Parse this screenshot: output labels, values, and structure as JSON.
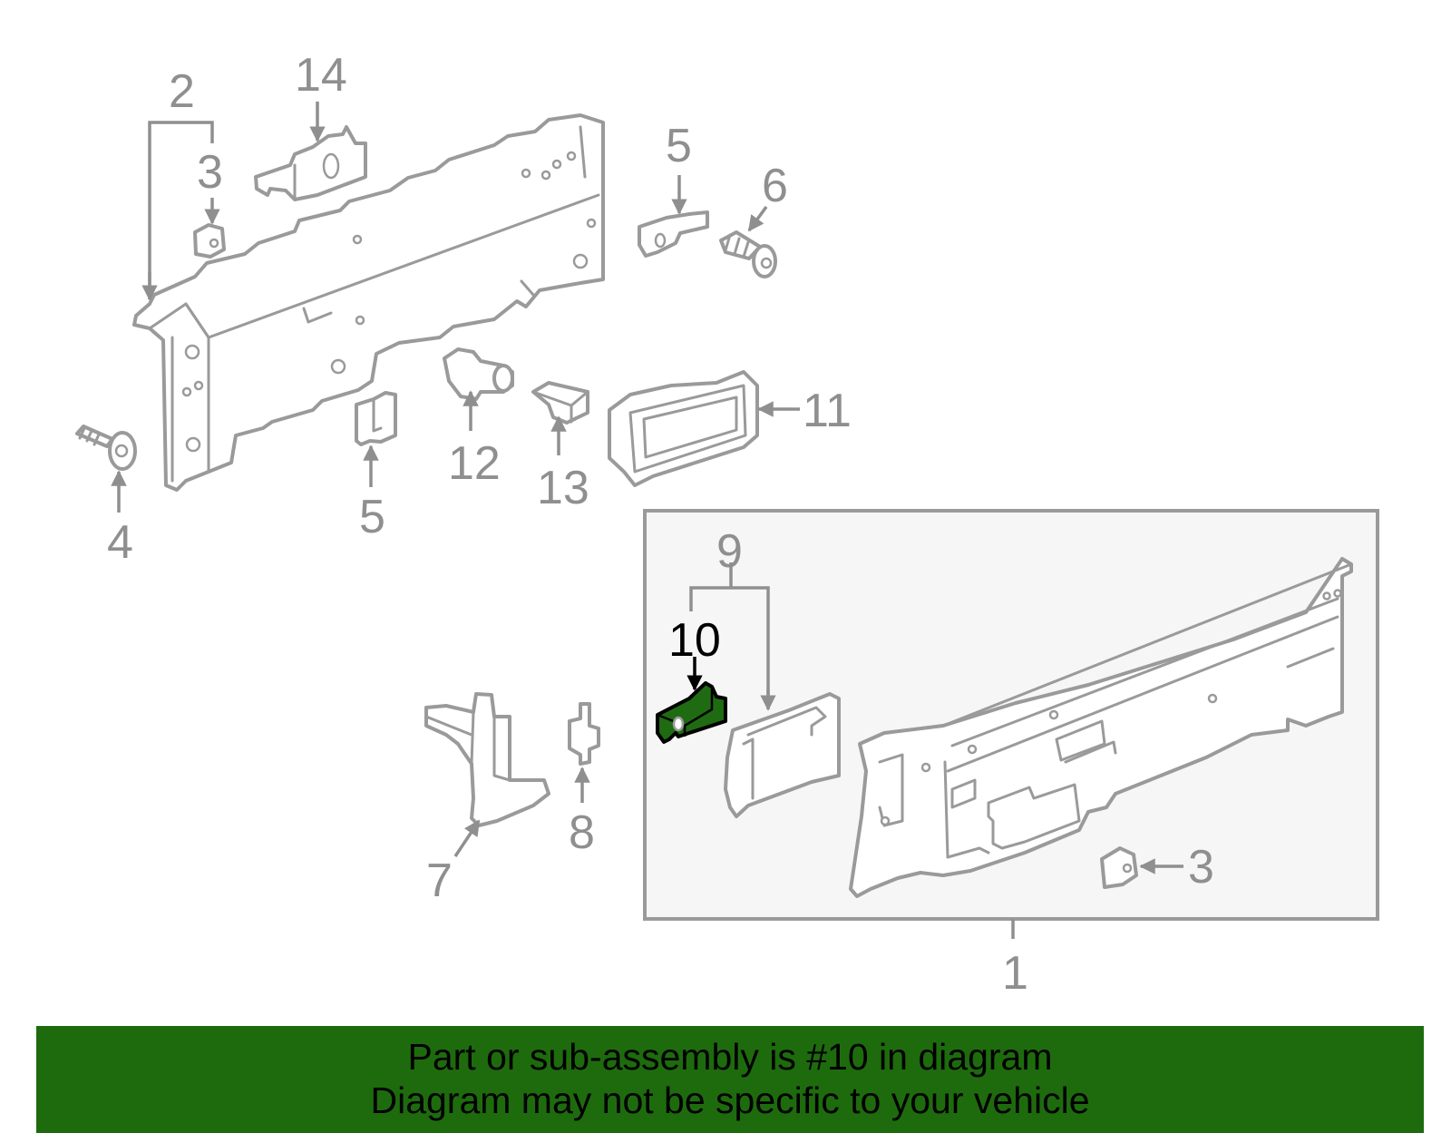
{
  "callouts": {
    "c1": "1",
    "c2": "2",
    "c3a": "3",
    "c3b": "3",
    "c4": "4",
    "c5a": "5",
    "c5b": "5",
    "c6": "6",
    "c7": "7",
    "c8": "8",
    "c9": "9",
    "c10": "10",
    "c11": "11",
    "c12": "12",
    "c13": "13",
    "c14": "14"
  },
  "highlighted_part": "10",
  "colors": {
    "highlight_fill": "#1f6b12",
    "banner_bg": "#1e6b0e",
    "line_gray": "#9a9a9a",
    "inset_bg": "#f6f6f6"
  },
  "banner": {
    "line1": "Part or sub-assembly is #10 in diagram",
    "line2": "Diagram may not be specific to your vehicle"
  }
}
